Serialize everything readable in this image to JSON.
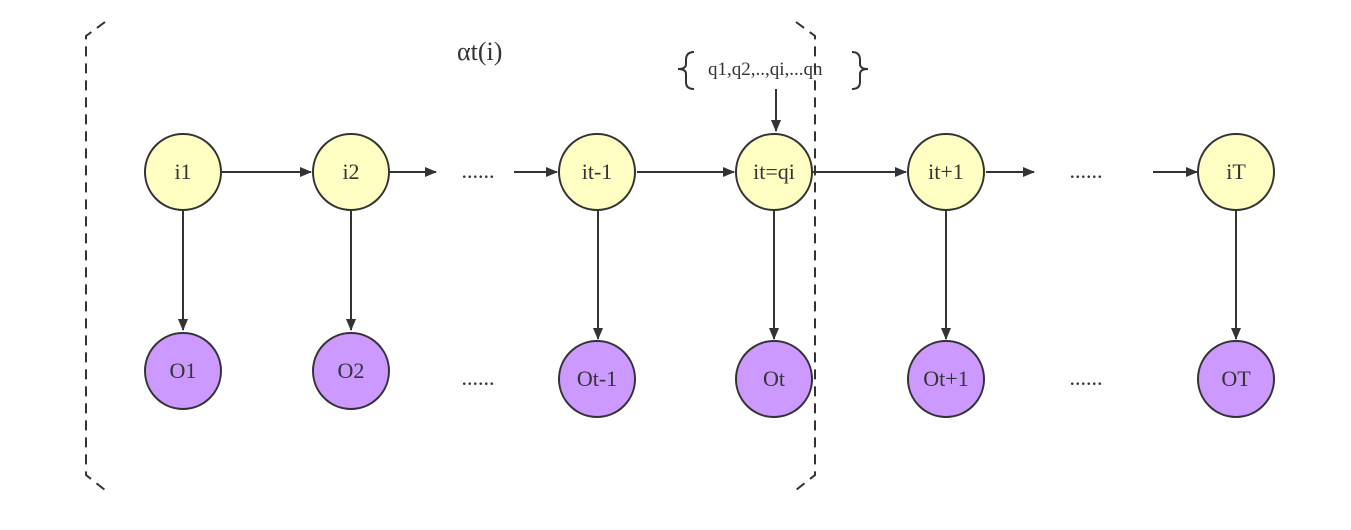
{
  "diagram": {
    "alpha_label": "αt(i)",
    "state_set_label": "q1,q2,..,qi,...qn",
    "hidden_states": [
      "i1",
      "i2",
      "it-1",
      "it=qi",
      "it+1",
      "iT"
    ],
    "observations": [
      "O1",
      "O2",
      "Ot-1",
      "Ot",
      "Ot+1",
      "OT"
    ],
    "ellipsis": "......",
    "colors": {
      "hidden_fill": "#ffffc4",
      "observation_fill": "#cc99ff",
      "stroke": "#333333"
    }
  }
}
